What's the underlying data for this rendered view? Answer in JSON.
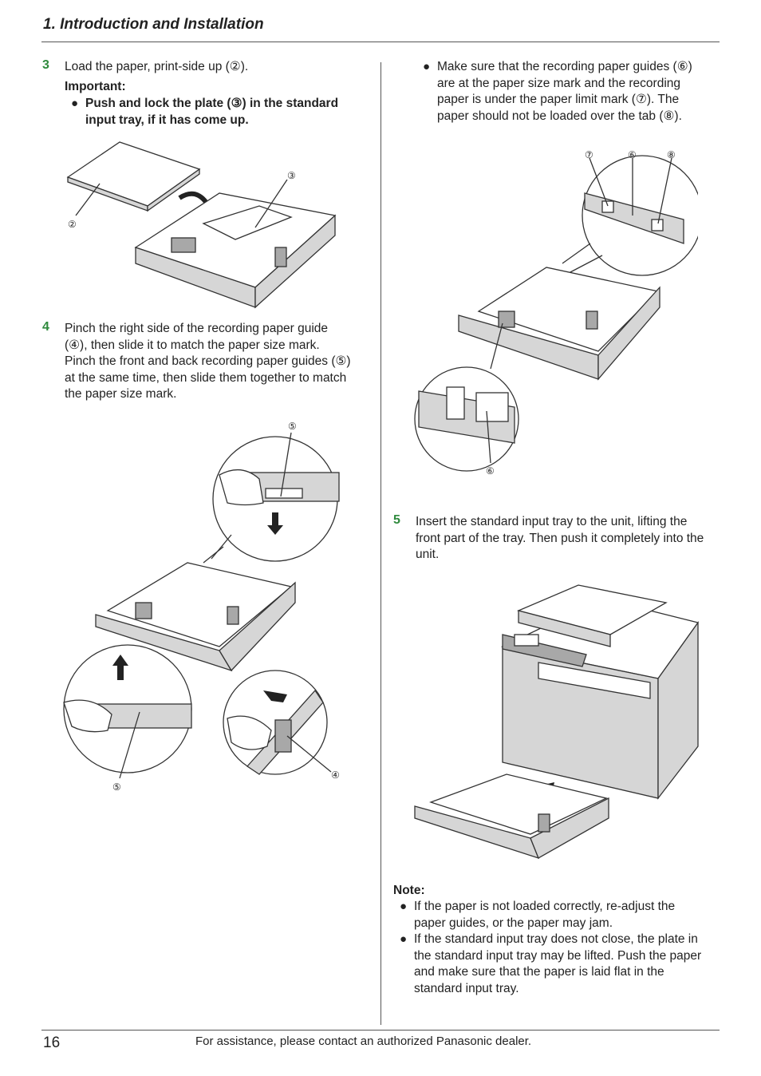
{
  "header": {
    "title": "1. Introduction and Installation"
  },
  "step3": {
    "num": "3",
    "text": "Load the paper, print-side up (②).",
    "important_label": "Important:",
    "bullet_line1": "Push and lock the plate (③) in the standard",
    "bullet_line2": "input tray, if it has come up."
  },
  "step4": {
    "num": "4",
    "lines": [
      "Pinch the right side of the recording paper guide",
      "(④), then slide it to match the paper size mark.",
      "Pinch the front and back recording paper guides (⑤)",
      "at the same time, then slide them together to match",
      "the paper size mark."
    ]
  },
  "right_bullet": {
    "lines": [
      "Make sure that the recording paper guides (⑥)",
      "are at the paper size mark and the recording",
      "paper is under the paper limit mark (⑦). The",
      "paper should not be loaded over the tab (⑧)."
    ]
  },
  "step5": {
    "num": "5",
    "lines": [
      "Insert the standard input tray to the unit, lifting the",
      "front part of the tray. Then push it completely into the",
      "unit."
    ]
  },
  "note": {
    "label": "Note:",
    "bullet1": [
      "If the paper is not loaded correctly, re-adjust the",
      "paper guides, or the paper may jam."
    ],
    "bullet2": [
      "If the standard input tray does not close, the plate in",
      "the standard input tray may be lifted. Push the paper",
      "and make sure that the paper is laid flat in the",
      "standard input tray."
    ]
  },
  "callouts": {
    "c2": "②",
    "c3": "③",
    "c4": "④",
    "c5": "⑤",
    "c6": "⑥",
    "c7": "⑦",
    "c8": "⑧"
  },
  "footer": {
    "page_number": "16",
    "text": "For assistance, please contact an authorized Panasonic dealer."
  }
}
